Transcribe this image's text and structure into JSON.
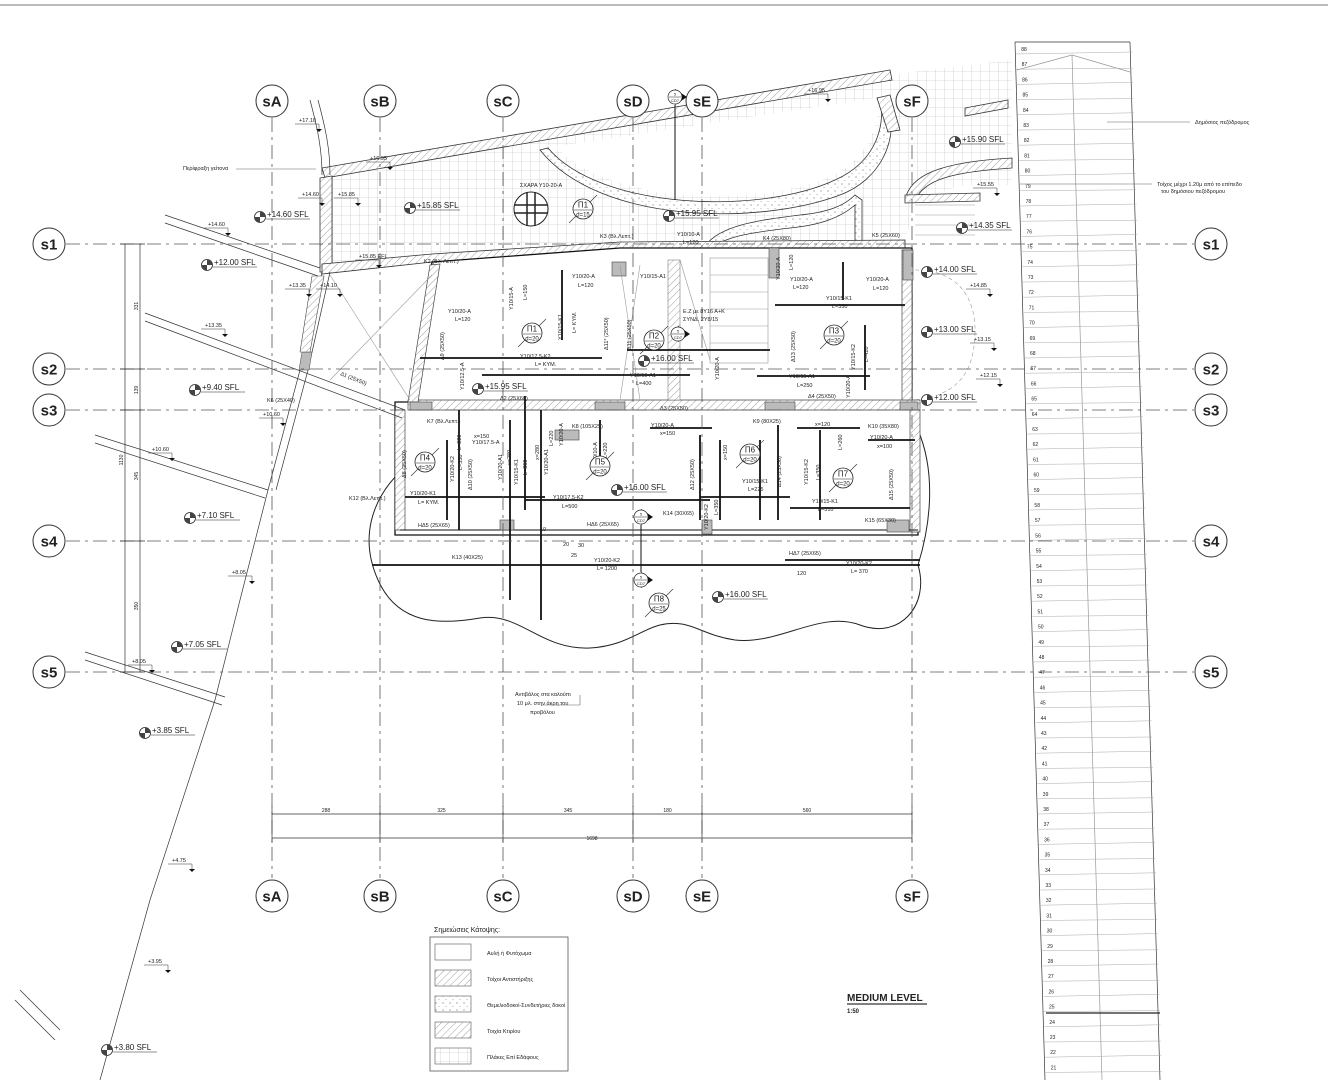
{
  "grid": {
    "columns": [
      "sA",
      "sB",
      "sC",
      "sD",
      "sE",
      "sF"
    ],
    "rows": [
      "s1",
      "s2",
      "s3",
      "s4",
      "s5"
    ]
  },
  "levels": [
    "+14.60 SFL",
    "+12.00 SFL",
    "+9.40 SFL",
    "+7.10 SFL",
    "+7.05 SFL",
    "+3.85 SFL",
    "+3.80 SFL",
    "+15.85 SFL",
    "+15.95 SFL",
    "+15.90 SFL",
    "+14.35 SFL",
    "+14.00 SFL",
    "+13.00 SFL",
    "+12.00 SFL",
    "+16.00 SFL",
    "+15.95 SFL",
    "+16.00 SFL",
    "+16.00 SFL"
  ],
  "spot_levels": [
    "+17.10",
    "+16.95",
    "+14.60",
    "+15.85",
    "+14.60",
    "+15.85 EFL",
    "+13.35",
    "+14.10",
    "+13.35",
    "+10.60",
    "+10.60",
    "+8.05",
    "+8.05",
    "+4.75",
    "+3.95",
    "+16.95",
    "+15.55",
    "+14.85",
    "+13.15",
    "+12.15"
  ],
  "slabs": [
    {
      "name": "Π1",
      "d": "d=15"
    },
    {
      "name": "Π1",
      "d": "d=20"
    },
    {
      "name": "Π2",
      "d": "d=20"
    },
    {
      "name": "Π3",
      "d": "d=20"
    },
    {
      "name": "Π4",
      "d": "d=20"
    },
    {
      "name": "Π5",
      "d": "d=20"
    },
    {
      "name": "Π6",
      "d": "d=20"
    },
    {
      "name": "Π7",
      "d": "d=20"
    },
    {
      "name": "Π8",
      "d": "d=25"
    }
  ],
  "section_marker": {
    "num": "5",
    "sheet": "CD7"
  },
  "labels": [
    "K3 (Βλ.Λεπτ.)",
    "Y10/10-A",
    "L=120",
    "K4 (25X80)",
    "K5 (25X60)",
    "K2 (Βλ. Λεπτ.)",
    "ΣΧΑΡΑ Y10-20-A",
    "Y10/20-A",
    "L=120",
    "Y10/15-A1",
    "Y10/15-A",
    "L=150",
    "Y10/20-A",
    "L=120",
    "Δ9 (25X50)",
    "Y10/15-K1",
    "L= KYM.",
    "Δ11* (25X50)",
    "Δ11 (25X50)",
    "E.Z με 8Y16 A+K",
    "ΣΥΝΔ. 2Y8/15",
    "Y10/17.5-K2",
    "L= KYM.",
    "Y10/12.5-A",
    "Δ2 (25X60)",
    "Y10/10-A1",
    "L=400",
    "Y10/20-A",
    "Y10/20-A",
    "L=120",
    "Y10/20-A",
    "L=120",
    "Y10/20-A",
    "L=120",
    "Y10/15-K1",
    "L=350",
    "Δ13 (25X50)",
    "Y10/15-K2",
    "L=420",
    "Y10/15-A1",
    "L=250",
    "Y10/20-A",
    "Δ4 (25X50)",
    "Δ3 (25X50)",
    "Δ1 (25X50)",
    "K6 (25X40)",
    "K7 (Βλ.Λεπτ.)",
    "L=220",
    "x=150",
    "Y10/17.5-A",
    "K8 (105X25)",
    "Y10/10-A",
    "L=220",
    "Y10/20-A",
    "x=150",
    "K9 (80X25)",
    "x=120",
    "K10 (35X80)",
    "Y10/20-A",
    "x=100",
    "Δ8 (25X50)",
    "Y10/20-K2",
    "L=350",
    "Δ10 (25X50)",
    "Y10/20-A1",
    "x=280",
    "Y10/15-K1",
    "L=350",
    "x=280",
    "Y10/20-A1",
    "L=220",
    "Y10/20-A",
    "Δ12 (25X50)",
    "x=150",
    "Y10/15-K1",
    "L=225",
    "Δ14 (25X50)",
    "Y10/15-K2",
    "L=350",
    "L=260",
    "Δ15 (25X50)",
    "Y10/15-K1",
    "L=310",
    "K12 (Βλ.Λεπτ.)",
    "Y10/20-K1",
    "L= KYM.",
    "Y10/17.5-K2",
    "L=500",
    "K14 (30X65)",
    "Y10/20-K2",
    "L=350",
    "K15 (65X30)",
    "HΔ5 (25X65)",
    "HΔ6 (25X65)",
    "K13 (40X25)",
    "Y10/20-K2",
    "L= 1200",
    "HΔ7 (25X65)",
    "Y10/20-K2",
    "L= 370",
    "120",
    "20",
    "10",
    "30",
    "25"
  ],
  "annotations": [
    "Περίφραξη γείτονα",
    "Δημόσιος πεζόδρομος",
    "Τοίχος μέχρι 1.20μ από το επίπεδο",
    "του δημόσιου πεζόδρομου",
    "Αντιβάλος στα καλούπι",
    "10 μλ. στην άκρη του",
    "προβόλου"
  ],
  "dimensions": {
    "horizontal": [
      "288",
      "325",
      "345",
      "180",
      "560"
    ],
    "horizontal_total": "1698",
    "vertical": [
      "331",
      "139",
      "345",
      "350"
    ],
    "vertical_total": "1130"
  },
  "sidewalk_rows": [
    "88",
    "87",
    "86",
    "85",
    "84",
    "83",
    "82",
    "81",
    "80",
    "79",
    "78",
    "77",
    "76",
    "75",
    "74",
    "73",
    "72",
    "71",
    "70",
    "69",
    "68",
    "67",
    "66",
    "65",
    "64",
    "63",
    "62",
    "61",
    "60",
    "59",
    "58",
    "57",
    "56",
    "55",
    "54",
    "53",
    "52",
    "51",
    "50",
    "49",
    "48",
    "47",
    "46",
    "45",
    "44",
    "43",
    "42",
    "41",
    "40",
    "39",
    "38",
    "37",
    "36",
    "35",
    "34",
    "33",
    "32",
    "31",
    "30",
    "29",
    "28",
    "27",
    "26",
    "25",
    "24",
    "23",
    "22",
    "21"
  ],
  "legend": {
    "title": "Σημειώσεις Κάτοψης:",
    "items": [
      "Αυλή ή Φυτόχωμα",
      "Τοίχοι Αντιστήριξης",
      "Θεμελιοδοκοί-Συνδετήριες δοκοί",
      "Τοιχία Κτιρίου",
      "Πλάκες Επί Εδάφους"
    ]
  },
  "title": {
    "name": "MEDIUM LEVEL",
    "scale": "1:50"
  }
}
